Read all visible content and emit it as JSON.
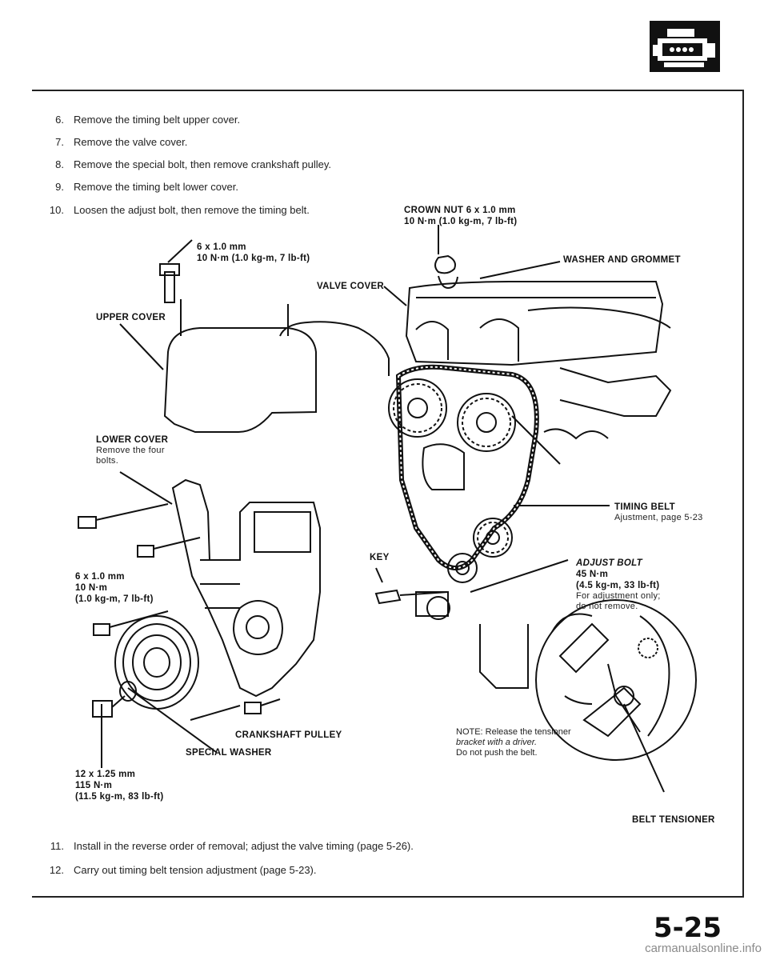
{
  "header": {
    "icon": "engine-icon"
  },
  "steps": [
    {
      "num": "6.",
      "text": "Remove the timing belt upper cover."
    },
    {
      "num": "7.",
      "text": "Remove the valve cover."
    },
    {
      "num": "8.",
      "text": "Remove the special bolt, then remove crankshaft pulley."
    },
    {
      "num": "9.",
      "text": "Remove the timing belt lower cover."
    },
    {
      "num": "10.",
      "text": "Loosen the adjust bolt, then remove the timing belt."
    }
  ],
  "steps_after": [
    {
      "num": "11.",
      "text": "Install in the reverse order of removal; adjust the valve timing (page 5-26)."
    },
    {
      "num": "12.",
      "text": "Carry out timing belt tension adjustment (page 5-23)."
    }
  ],
  "labels": {
    "crown_nut": {
      "line1": "CROWN NUT 6 x 1.0 mm",
      "line2": "10 N·m (1.0 kg-m, 7 lb-ft)"
    },
    "upper_bolt": {
      "line1": "6 x 1.0 mm",
      "line2": "10 N·m (1.0 kg-m, 7 lb-ft)"
    },
    "washer_grommet": "WASHER AND GROMMET",
    "valve_cover": "VALVE COVER",
    "upper_cover": "UPPER COVER",
    "lower_cover": {
      "title": "LOWER COVER",
      "note1": "Remove the four",
      "note2": "bolts."
    },
    "timing_belt": {
      "title": "TIMING BELT",
      "note": "Ajustment, page 5-23"
    },
    "key": "KEY",
    "lower_bolt": {
      "line1": "6 x 1.0 mm",
      "line2": "10 N·m",
      "line3": "(1.0 kg-m, 7 lb-ft)"
    },
    "adjust_bolt": {
      "title": "ADJUST BOLT",
      "line1": "45 N·m",
      "line2": "(4.5 kg-m, 33 lb-ft)",
      "line3": "For adjustment only;",
      "line4": "do not remove."
    },
    "crankshaft_pulley": "CRANKSHAFT PULLEY",
    "special_washer": "SPECIAL WASHER",
    "crank_bolt": {
      "line1": "12 x 1.25 mm",
      "line2": "115 N·m",
      "line3": "(11.5 kg-m, 83 lb-ft)"
    },
    "note": {
      "line1": "NOTE: Release the tensioner",
      "line2": "bracket with a driver.",
      "line3": "Do not push the belt."
    },
    "belt_tensioner": "BELT TENSIONER"
  },
  "page_number": "5-25",
  "watermark": "carmanualsonline.info"
}
